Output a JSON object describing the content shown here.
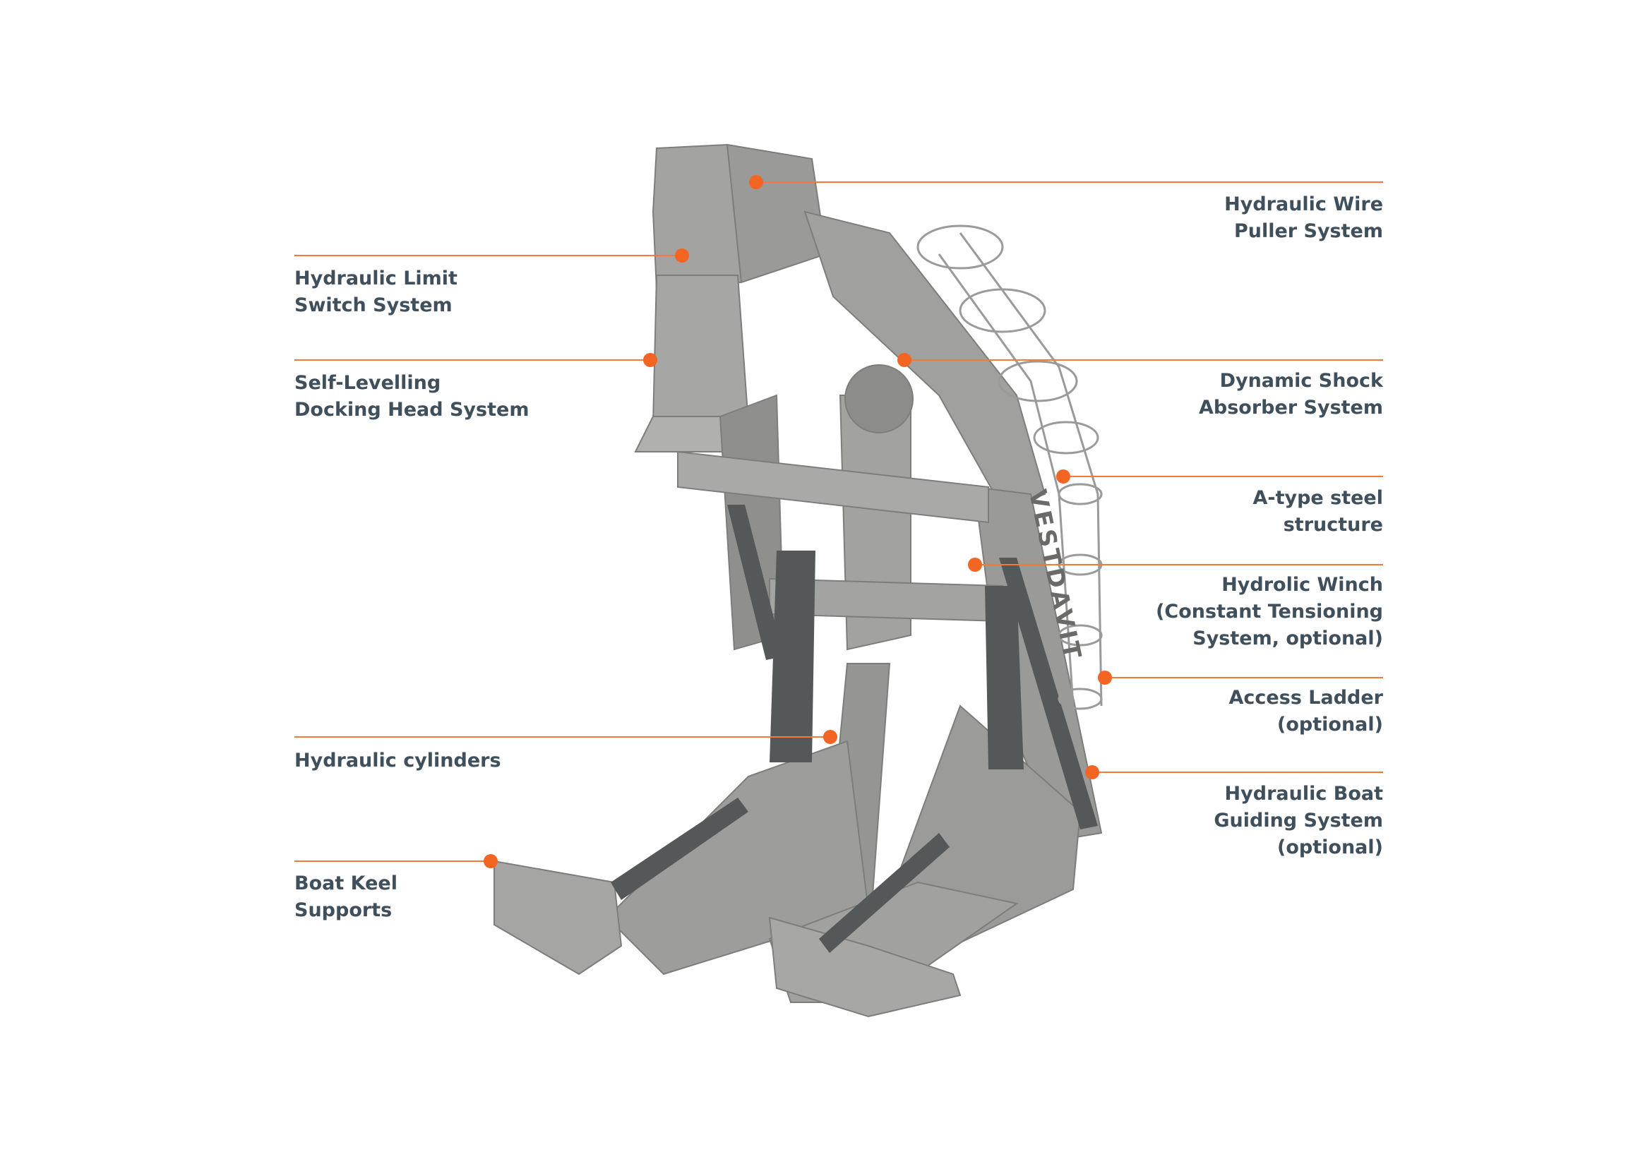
{
  "accent_color": "#f26522",
  "text_color": "#3f4f5b",
  "machine_label": "VESTDAVIT",
  "callouts": {
    "wire_puller": {
      "line1": "Hydraulic Wire",
      "line2": "Puller System"
    },
    "limit_switch": {
      "line1": "Hydraulic Limit",
      "line2": "Switch System"
    },
    "docking_head": {
      "line1": "Self-Levelling",
      "line2": "Docking Head System"
    },
    "shock_absorber": {
      "line1": "Dynamic Shock",
      "line2": "Absorber System"
    },
    "a_type": {
      "line1": "A-type steel",
      "line2": "structure"
    },
    "winch": {
      "line1": "Hydrolic Winch",
      "line2": "(Constant Tensioning",
      "line3": "System, optional)"
    },
    "ladder": {
      "line1": "Access Ladder",
      "line2": "(optional)"
    },
    "cylinders": {
      "line1": "Hydraulic cylinders"
    },
    "boat_guiding": {
      "line1": "Hydraulic Boat",
      "line2": "Guiding System",
      "line3": "(optional)"
    },
    "keel_supports": {
      "line1": "Boat Keel",
      "line2": "Supports"
    }
  }
}
